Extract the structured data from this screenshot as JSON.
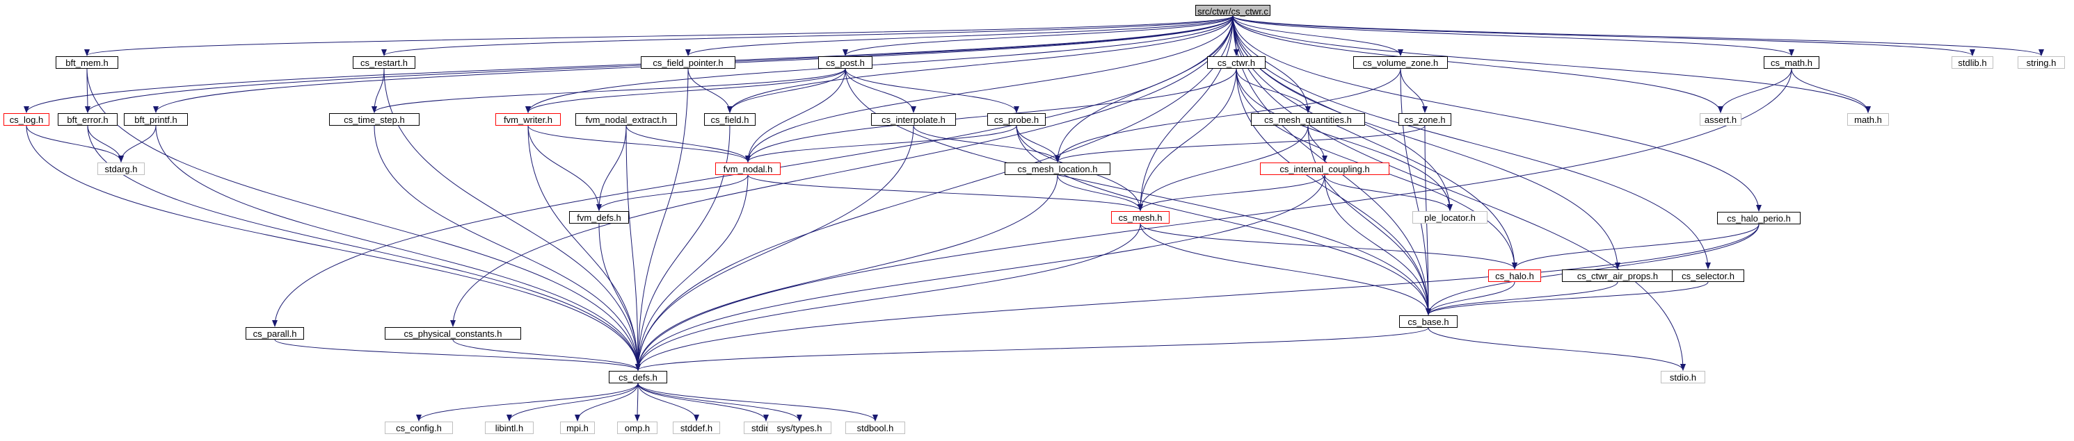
{
  "graph": {
    "title": "src/ctwr/cs_ctwr.c",
    "edge_color": "#191970",
    "nodes": [
      {
        "id": "root",
        "label": "src/ctwr/cs_ctwr.c",
        "kind": "root"
      },
      {
        "id": "cs_log",
        "label": "cs_log.h",
        "kind": "red"
      },
      {
        "id": "bft_mem",
        "label": "bft_mem.h",
        "kind": "normal"
      },
      {
        "id": "bft_error",
        "label": "bft_error.h",
        "kind": "normal"
      },
      {
        "id": "bft_printf",
        "label": "bft_printf.h",
        "kind": "normal"
      },
      {
        "id": "stdarg",
        "label": "stdarg.h",
        "kind": "gray"
      },
      {
        "id": "cs_restart",
        "label": "cs_restart.h",
        "kind": "normal"
      },
      {
        "id": "cs_time_step",
        "label": "cs_time_step.h",
        "kind": "normal"
      },
      {
        "id": "cs_parall",
        "label": "cs_parall.h",
        "kind": "normal"
      },
      {
        "id": "cs_field_pointer",
        "label": "cs_field_pointer.h",
        "kind": "normal"
      },
      {
        "id": "cs_field",
        "label": "cs_field.h",
        "kind": "normal"
      },
      {
        "id": "cs_physical_constants",
        "label": "cs_physical_constants.h",
        "kind": "normal"
      },
      {
        "id": "cs_post",
        "label": "cs_post.h",
        "kind": "normal"
      },
      {
        "id": "fvm_writer",
        "label": "fvm_writer.h",
        "kind": "red"
      },
      {
        "id": "fvm_nodal_extract",
        "label": "fvm_nodal_extract.h",
        "kind": "normal"
      },
      {
        "id": "fvm_nodal",
        "label": "fvm_nodal.h",
        "kind": "red"
      },
      {
        "id": "fvm_defs",
        "label": "fvm_defs.h",
        "kind": "normal"
      },
      {
        "id": "cs_interpolate",
        "label": "cs_interpolate.h",
        "kind": "normal"
      },
      {
        "id": "cs_probe",
        "label": "cs_probe.h",
        "kind": "normal"
      },
      {
        "id": "cs_ctwr_h",
        "label": "cs_ctwr.h",
        "kind": "normal"
      },
      {
        "id": "cs_mesh_location",
        "label": "cs_mesh_location.h",
        "kind": "normal"
      },
      {
        "id": "cs_mesh_quantities",
        "label": "cs_mesh_quantities.h",
        "kind": "normal"
      },
      {
        "id": "cs_internal_coupling",
        "label": "cs_internal_coupling.h",
        "kind": "red"
      },
      {
        "id": "cs_mesh",
        "label": "cs_mesh.h",
        "kind": "red"
      },
      {
        "id": "cs_volume_zone",
        "label": "cs_volume_zone.h",
        "kind": "normal"
      },
      {
        "id": "cs_zone",
        "label": "cs_zone.h",
        "kind": "normal"
      },
      {
        "id": "ple_locator",
        "label": "ple_locator.h",
        "kind": "gray"
      },
      {
        "id": "cs_halo",
        "label": "cs_halo.h",
        "kind": "red"
      },
      {
        "id": "cs_ctwr_air_props",
        "label": "cs_ctwr_air_props.h",
        "kind": "normal"
      },
      {
        "id": "cs_selector",
        "label": "cs_selector.h",
        "kind": "normal"
      },
      {
        "id": "cs_halo_perio",
        "label": "cs_halo_perio.h",
        "kind": "normal"
      },
      {
        "id": "cs_math",
        "label": "cs_math.h",
        "kind": "normal"
      },
      {
        "id": "assert",
        "label": "assert.h",
        "kind": "gray"
      },
      {
        "id": "math",
        "label": "math.h",
        "kind": "gray"
      },
      {
        "id": "stdlib",
        "label": "stdlib.h",
        "kind": "gray"
      },
      {
        "id": "string",
        "label": "string.h",
        "kind": "gray"
      },
      {
        "id": "cs_base",
        "label": "cs_base.h",
        "kind": "normal"
      },
      {
        "id": "stdio",
        "label": "stdio.h",
        "kind": "gray"
      },
      {
        "id": "cs_defs",
        "label": "cs_defs.h",
        "kind": "normal"
      },
      {
        "id": "cs_config",
        "label": "cs_config.h",
        "kind": "gray"
      },
      {
        "id": "libintl",
        "label": "libintl.h",
        "kind": "gray"
      },
      {
        "id": "mpi",
        "label": "mpi.h",
        "kind": "gray"
      },
      {
        "id": "omp",
        "label": "omp.h",
        "kind": "gray"
      },
      {
        "id": "stddef",
        "label": "stddef.h",
        "kind": "gray"
      },
      {
        "id": "stdint",
        "label": "stdint.h",
        "kind": "gray"
      },
      {
        "id": "systypes",
        "label": "sys/types.h",
        "kind": "gray"
      },
      {
        "id": "stdbool",
        "label": "stdbool.h",
        "kind": "gray"
      }
    ],
    "edges": [
      [
        "root",
        "cs_log"
      ],
      [
        "root",
        "bft_mem"
      ],
      [
        "root",
        "bft_error"
      ],
      [
        "root",
        "bft_printf"
      ],
      [
        "root",
        "cs_restart"
      ],
      [
        "root",
        "cs_parall"
      ],
      [
        "root",
        "cs_field_pointer"
      ],
      [
        "root",
        "cs_field"
      ],
      [
        "root",
        "cs_physical_constants"
      ],
      [
        "root",
        "cs_post"
      ],
      [
        "root",
        "fvm_writer"
      ],
      [
        "root",
        "fvm_nodal"
      ],
      [
        "root",
        "cs_ctwr_h"
      ],
      [
        "root",
        "cs_mesh_location"
      ],
      [
        "root",
        "cs_mesh_quantities"
      ],
      [
        "root",
        "cs_mesh"
      ],
      [
        "root",
        "cs_volume_zone"
      ],
      [
        "root",
        "ple_locator"
      ],
      [
        "root",
        "cs_halo"
      ],
      [
        "root",
        "cs_ctwr_air_props"
      ],
      [
        "root",
        "cs_selector"
      ],
      [
        "root",
        "cs_halo_perio"
      ],
      [
        "root",
        "cs_math"
      ],
      [
        "root",
        "assert"
      ],
      [
        "root",
        "math"
      ],
      [
        "root",
        "stdlib"
      ],
      [
        "root",
        "string"
      ],
      [
        "root",
        "cs_base"
      ],
      [
        "root",
        "stdio"
      ],
      [
        "root",
        "cs_defs"
      ],
      [
        "cs_log",
        "stdarg"
      ],
      [
        "cs_log",
        "cs_defs"
      ],
      [
        "bft_mem",
        "bft_error"
      ],
      [
        "bft_mem",
        "cs_defs"
      ],
      [
        "bft_error",
        "stdarg"
      ],
      [
        "bft_error",
        "cs_defs"
      ],
      [
        "bft_printf",
        "stdarg"
      ],
      [
        "bft_printf",
        "cs_defs"
      ],
      [
        "cs_restart",
        "cs_time_step"
      ],
      [
        "cs_restart",
        "cs_defs"
      ],
      [
        "cs_time_step",
        "cs_defs"
      ],
      [
        "cs_parall",
        "cs_defs"
      ],
      [
        "cs_field_pointer",
        "cs_field"
      ],
      [
        "cs_field_pointer",
        "cs_defs"
      ],
      [
        "cs_field",
        "cs_defs"
      ],
      [
        "cs_physical_constants",
        "cs_defs"
      ],
      [
        "cs_post",
        "cs_time_step"
      ],
      [
        "cs_post",
        "fvm_writer"
      ],
      [
        "cs_post",
        "fvm_nodal"
      ],
      [
        "cs_post",
        "cs_field"
      ],
      [
        "cs_post",
        "cs_interpolate"
      ],
      [
        "cs_post",
        "cs_probe"
      ],
      [
        "cs_post",
        "cs_base"
      ],
      [
        "fvm_writer",
        "fvm_nodal"
      ],
      [
        "fvm_writer",
        "fvm_defs"
      ],
      [
        "fvm_writer",
        "cs_defs"
      ],
      [
        "fvm_nodal_extract",
        "fvm_nodal"
      ],
      [
        "fvm_nodal_extract",
        "fvm_defs"
      ],
      [
        "fvm_nodal_extract",
        "cs_defs"
      ],
      [
        "fvm_nodal",
        "fvm_defs"
      ],
      [
        "fvm_nodal",
        "cs_mesh"
      ],
      [
        "fvm_nodal",
        "cs_defs"
      ],
      [
        "fvm_defs",
        "cs_defs"
      ],
      [
        "cs_interpolate",
        "cs_mesh_location"
      ],
      [
        "cs_interpolate",
        "cs_defs"
      ],
      [
        "cs_probe",
        "fvm_nodal"
      ],
      [
        "cs_probe",
        "cs_mesh_location"
      ],
      [
        "cs_probe",
        "cs_mesh"
      ],
      [
        "cs_probe",
        "cs_base"
      ],
      [
        "cs_ctwr_h",
        "fvm_nodal"
      ],
      [
        "cs_ctwr_h",
        "cs_mesh_quantities"
      ],
      [
        "cs_ctwr_h",
        "cs_mesh"
      ],
      [
        "cs_ctwr_h",
        "ple_locator"
      ],
      [
        "cs_ctwr_h",
        "cs_halo"
      ],
      [
        "cs_ctwr_h",
        "cs_base"
      ],
      [
        "cs_mesh_location",
        "cs_mesh"
      ],
      [
        "cs_mesh_location",
        "cs_defs"
      ],
      [
        "cs_mesh_quantities",
        "cs_internal_coupling"
      ],
      [
        "cs_mesh_quantities",
        "cs_mesh"
      ],
      [
        "cs_mesh_quantities",
        "cs_base"
      ],
      [
        "cs_internal_coupling",
        "cs_mesh"
      ],
      [
        "cs_internal_coupling",
        "ple_locator"
      ],
      [
        "cs_internal_coupling",
        "cs_base"
      ],
      [
        "cs_internal_coupling",
        "cs_defs"
      ],
      [
        "cs_mesh",
        "cs_halo"
      ],
      [
        "cs_mesh",
        "cs_base"
      ],
      [
        "cs_mesh",
        "cs_defs"
      ],
      [
        "cs_volume_zone",
        "cs_zone"
      ],
      [
        "cs_volume_zone",
        "cs_mesh_location"
      ],
      [
        "cs_volume_zone",
        "cs_base"
      ],
      [
        "cs_zone",
        "cs_mesh_location"
      ],
      [
        "cs_zone",
        "cs_base"
      ],
      [
        "cs_halo",
        "cs_base"
      ],
      [
        "cs_ctwr_air_props",
        "cs_base"
      ],
      [
        "cs_selector",
        "cs_base"
      ],
      [
        "cs_halo_perio",
        "cs_halo"
      ],
      [
        "cs_halo_perio",
        "cs_base"
      ],
      [
        "cs_halo_perio",
        "cs_defs"
      ],
      [
        "cs_math",
        "assert"
      ],
      [
        "cs_math",
        "math"
      ],
      [
        "cs_math",
        "cs_defs"
      ],
      [
        "cs_base",
        "stdio"
      ],
      [
        "cs_base",
        "cs_defs"
      ],
      [
        "cs_defs",
        "cs_config"
      ],
      [
        "cs_defs",
        "libintl"
      ],
      [
        "cs_defs",
        "mpi"
      ],
      [
        "cs_defs",
        "omp"
      ],
      [
        "cs_defs",
        "stddef"
      ],
      [
        "cs_defs",
        "stdint"
      ],
      [
        "cs_defs",
        "systypes"
      ],
      [
        "cs_defs",
        "stdbool"
      ]
    ]
  }
}
